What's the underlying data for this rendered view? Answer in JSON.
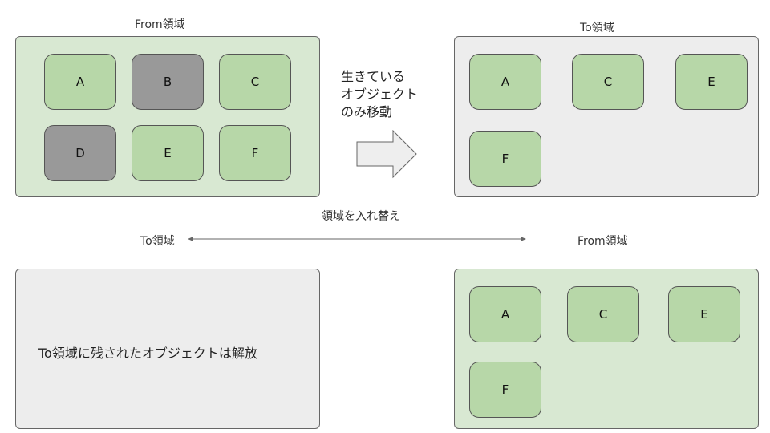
{
  "top_left": {
    "title": "From領域",
    "objects": [
      {
        "label": "A",
        "state": "live"
      },
      {
        "label": "B",
        "state": "dead"
      },
      {
        "label": "C",
        "state": "live"
      },
      {
        "label": "D",
        "state": "dead"
      },
      {
        "label": "E",
        "state": "live"
      },
      {
        "label": "F",
        "state": "live"
      }
    ]
  },
  "top_right": {
    "title": "To領域",
    "objects": [
      {
        "label": "A"
      },
      {
        "label": "C"
      },
      {
        "label": "E"
      },
      {
        "label": "F"
      }
    ]
  },
  "move_step": {
    "lines": [
      "生きている",
      "オブジェクト",
      "のみ移動"
    ]
  },
  "swap": {
    "label": "領域を入れ替え",
    "left_label": "To領域",
    "right_label": "From領域"
  },
  "bottom_left": {
    "text": "To領域に残されたオブジェクトは解放"
  },
  "bottom_right": {
    "objects": [
      {
        "label": "A"
      },
      {
        "label": "C"
      },
      {
        "label": "E"
      },
      {
        "label": "F"
      }
    ]
  },
  "colors": {
    "live_object": "#b7d7a8",
    "dead_object": "#999999",
    "green_region": "#d8e8d2",
    "gray_region": "#ededed"
  }
}
